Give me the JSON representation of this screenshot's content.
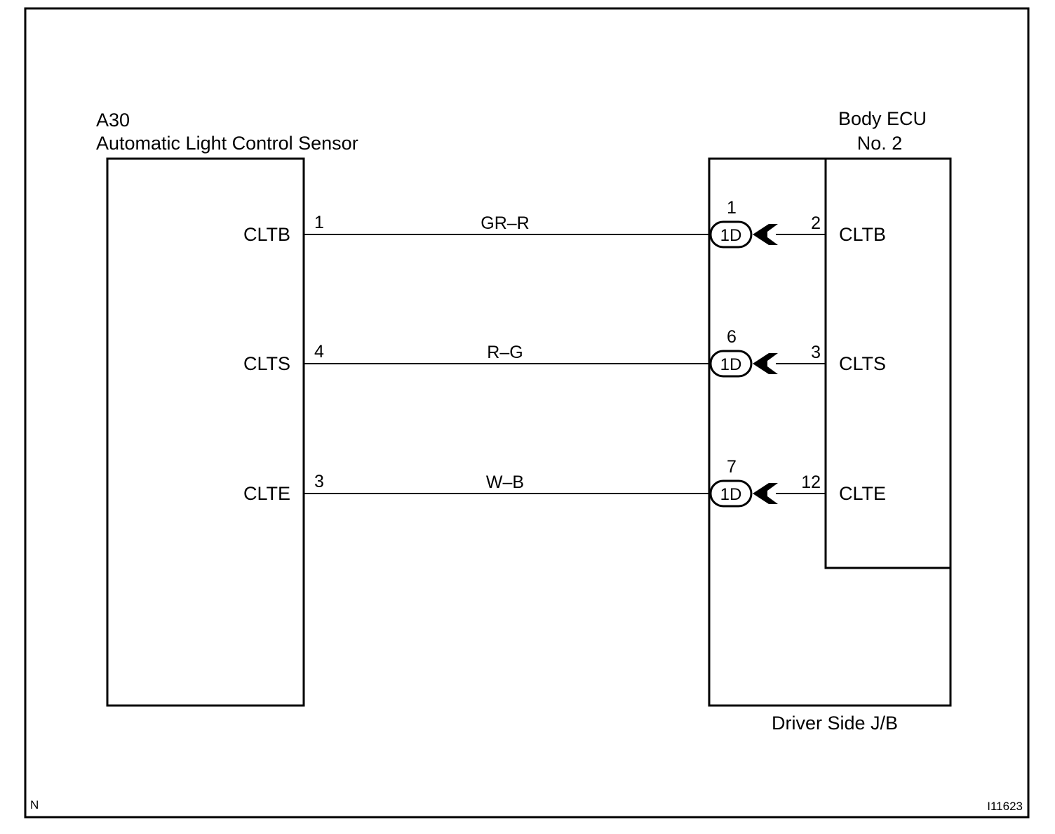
{
  "sensor": {
    "code": "A30",
    "name": "Automatic Light Control Sensor"
  },
  "ecu": {
    "line1": "Body ECU",
    "line2": "No. 2"
  },
  "junction_block": {
    "name": "Driver Side J/B",
    "connector_label": "1D"
  },
  "wires": [
    {
      "signal": "CLTB",
      "sensor_pin": "1",
      "color": "GR–R",
      "jb_pin": "1",
      "ecu_pin": "2",
      "ecu_signal": "CLTB"
    },
    {
      "signal": "CLTS",
      "sensor_pin": "4",
      "color": "R–G",
      "jb_pin": "6",
      "ecu_pin": "3",
      "ecu_signal": "CLTS"
    },
    {
      "signal": "CLTE",
      "sensor_pin": "3",
      "color": "W–B",
      "jb_pin": "7",
      "ecu_pin": "12",
      "ecu_signal": "CLTE"
    }
  ],
  "footer": {
    "left_mark": "N",
    "figure_id": "I11623"
  }
}
